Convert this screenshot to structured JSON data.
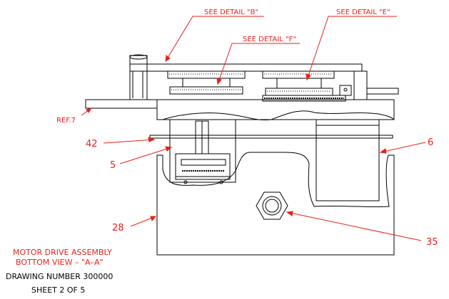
{
  "callouts": {
    "detail_b": "SEE DETAIL \"B\"",
    "detail_e": "SEE DETAIL \"E\"",
    "detail_f": "SEE DETAIL \"F\"",
    "ref7": "REF.7",
    "n42": "42",
    "n5": "5",
    "n6": "6",
    "n28": "28",
    "n35": "35"
  },
  "titles": {
    "line1": "MOTOR DRIVE ASSEMBLY",
    "line2": "BOTTOM VIEW – \"A–A\"",
    "drawing_number": "DRAWING NUMBER 300000",
    "sheet": "SHEET 2 OF 5"
  },
  "colors": {
    "annotation": "#e8211b",
    "lines": "#000000"
  }
}
